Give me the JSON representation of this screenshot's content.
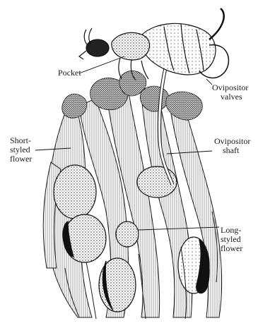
{
  "figure": {
    "labels": {
      "pocket": "Pocket",
      "ovipositor_valves_line1": "Ovipositor",
      "ovipositor_valves_line2": "valves",
      "short_styled_line1": "Short-",
      "short_styled_line2": "styled",
      "short_styled_line3": "flower",
      "ovipositor_shaft_line1": "Ovipositor",
      "ovipositor_shaft_line2": "shaft",
      "long_styled_line1": "Long-",
      "long_styled_line2": "styled",
      "long_styled_line3": "flower"
    }
  }
}
